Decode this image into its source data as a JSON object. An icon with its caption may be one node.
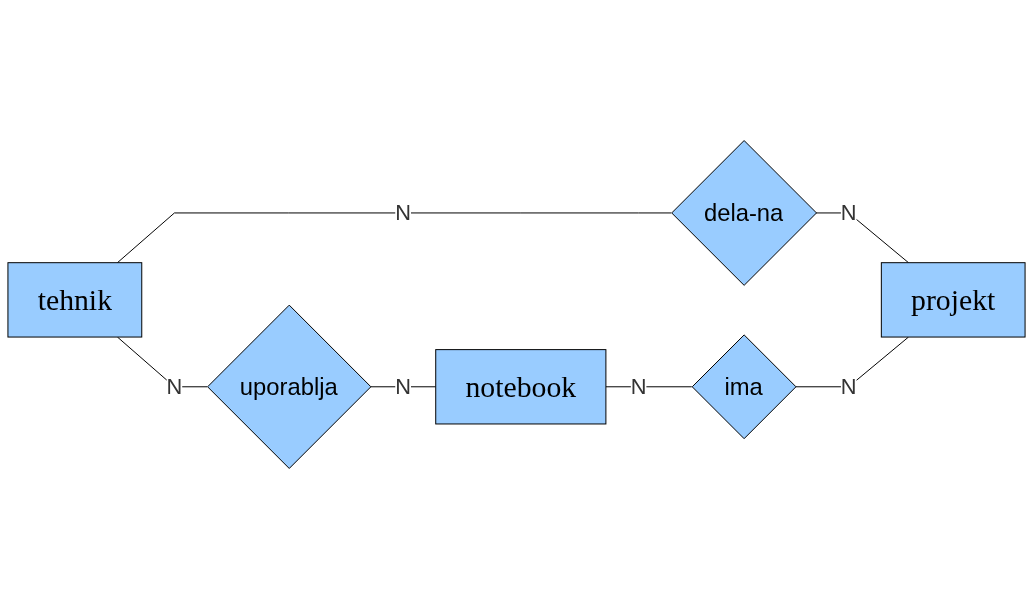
{
  "diagram": {
    "nodes": [
      {
        "text": [
          "tehnik"
        ]
      },
      {
        "text": [
          "dela-na"
        ]
      },
      {
        "text": [
          "uporablja"
        ]
      },
      {
        "text": [
          "notebook"
        ]
      },
      {
        "text": [
          "ima"
        ]
      },
      {
        "text": [
          "projekt"
        ]
      }
    ],
    "edges": [
      {
        "from": 0,
        "to": 1,
        "arrow": "none",
        "label": "N"
      },
      {
        "from": 1,
        "to": 5,
        "arrow": "none",
        "label": "N"
      },
      {
        "from": 0,
        "to": 2,
        "arrow": "none",
        "label": "N"
      },
      {
        "from": 2,
        "to": 3,
        "arrow": "none",
        "label": "N"
      },
      {
        "from": 3,
        "to": 4,
        "arrow": "none",
        "label": "N"
      },
      {
        "from": 4,
        "to": 5,
        "arrow": "none",
        "label": "N"
      }
    ]
  }
}
